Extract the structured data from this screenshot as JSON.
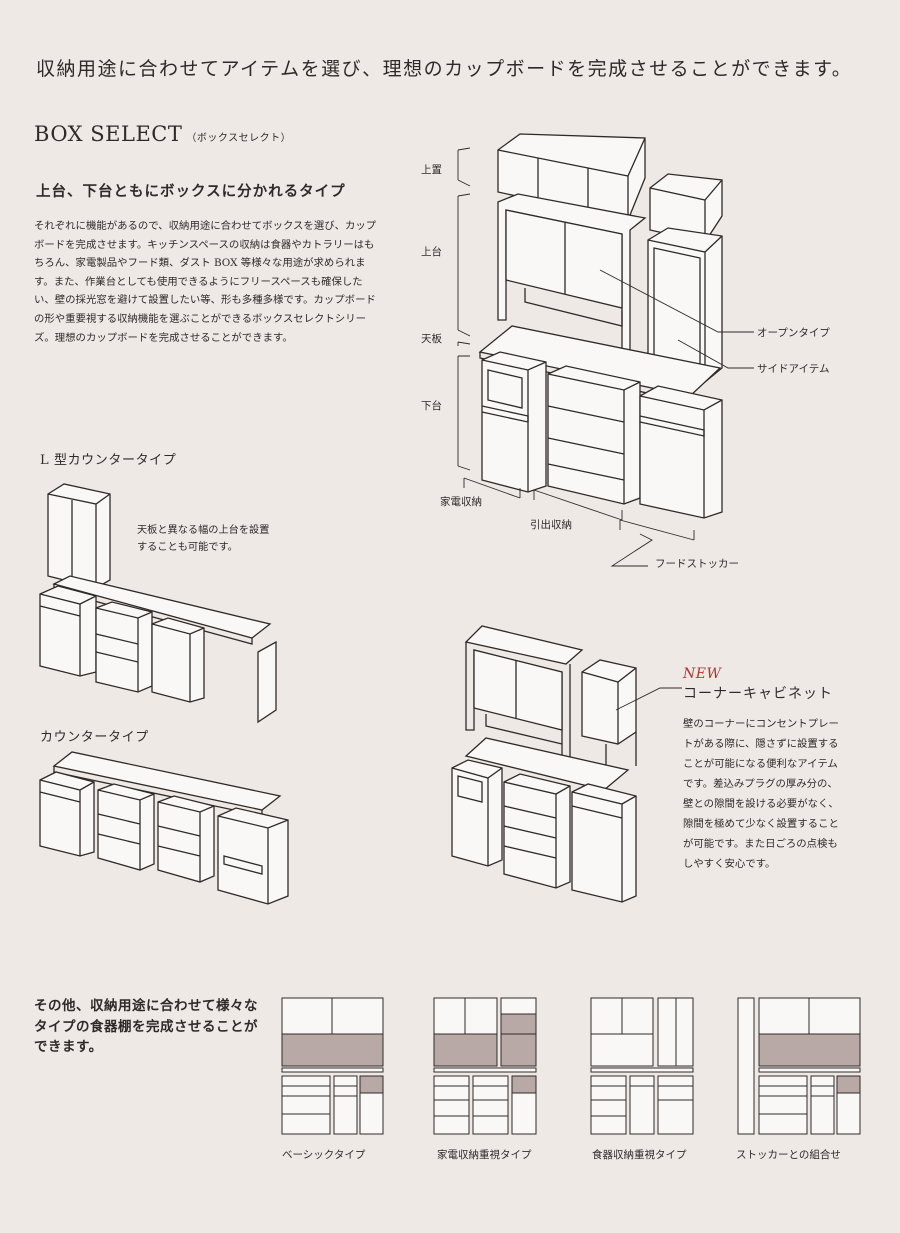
{
  "lead": "収納用途に合わせてアイテムを選び、理想のカップボードを完成させることができます。",
  "heading": {
    "title": "BOX SELECT",
    "paren": "（ボックスセレクト）"
  },
  "box_type": {
    "title": "上台、下台ともにボックスに分かれるタイプ",
    "body": "それぞれに機能があるので、収納用途に合わせてボックスを選び、カップボードを完成させます。キッチンスペースの収納は食器やカトラリーはもちろん、家電製品やフード類、ダスト BOX 等様々な用途が求められます。また、作業台としても使用できるようにフリースペースも確保したい、壁の採光窓を避けて設置したい等、形も多種多様です。カップボードの形や重要視する収納機能を選ぶことができるボックスセレクトシリーズ。理想のカップボードを完成させることができます。"
  },
  "diagram_labels": {
    "top_box": "上置",
    "upper": "上台",
    "counter": "天板",
    "lower": "下台",
    "open_type": "オープンタイプ",
    "side_item": "サイドアイテム",
    "appliance": "家電収納",
    "drawer": "引出収納",
    "food_stocker": "フードストッカー"
  },
  "l_counter": {
    "title": "L 型カウンタータイプ",
    "note": "天板と異なる幅の上台を設置することも可能です。"
  },
  "counter_type": {
    "title": "カウンタータイプ"
  },
  "corner": {
    "new": "NEW",
    "title": "コーナーキャビネット",
    "body": "壁のコーナーにコンセントプレートがある際に、隠さずに設置することが可能になる便利なアイテムです。差込みプラグの厚み分の、壁との隙間を設ける必要がなく、隙間を極めて少なく設置することが可能です。また日ごろの点検もしやすく安心です。"
  },
  "other": {
    "text": "その他、収納用途に合わせて様々なタイプの食器棚を完成させることができます。",
    "types": [
      {
        "label": "ベーシックタイプ"
      },
      {
        "label": "家電収納重視タイプ"
      },
      {
        "label": "食器収納重視タイプ"
      },
      {
        "label": "ストッカーとの組合せ"
      }
    ]
  },
  "colors": {
    "background": "#efe9e6",
    "text": "#2f2a28",
    "accent_new": "#b0332e",
    "fill_highlight": "#b8a9a7"
  }
}
